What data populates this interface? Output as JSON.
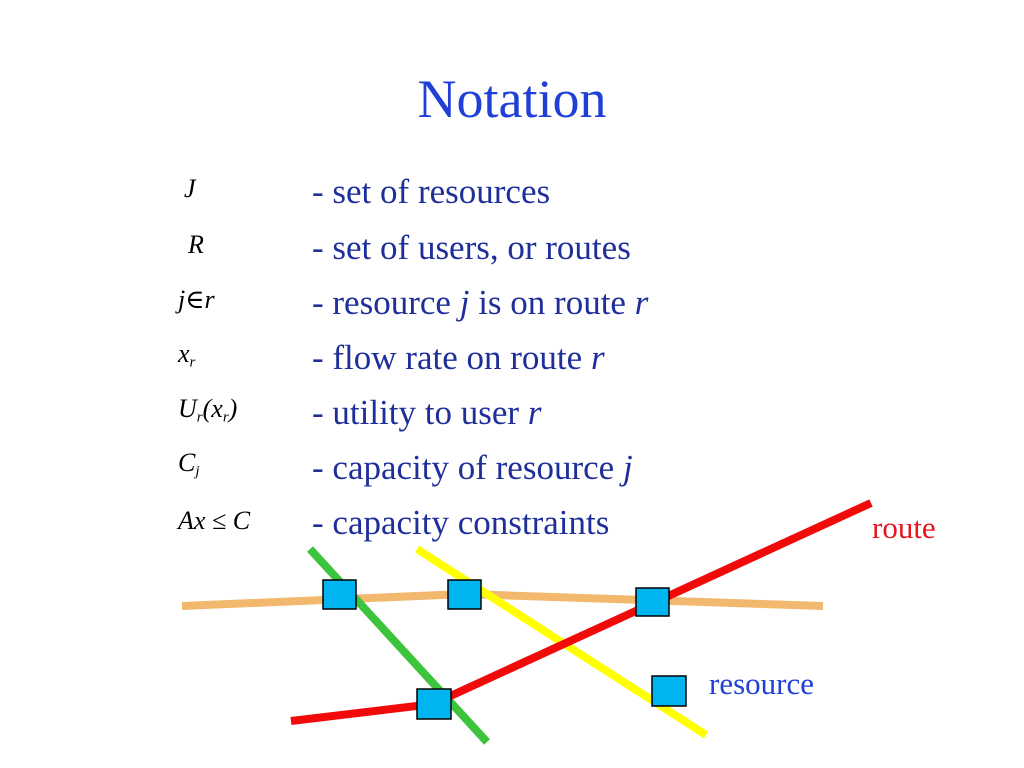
{
  "title": "Notation",
  "rows": [
    {
      "symbol": "J",
      "desc": "- set of resources"
    },
    {
      "symbol": "R",
      "desc": "- set of users, or routes"
    },
    {
      "symbol_main": "j",
      "symbol_op": "∈",
      "symbol_rest": "r",
      "desc_pre": "- resource ",
      "desc_var1": "j",
      "desc_mid": " is on route ",
      "desc_var2": "r"
    },
    {
      "symbol_main": "x",
      "symbol_sub": "r",
      "desc_pre": "- flow rate on route ",
      "desc_var": "r"
    },
    {
      "symbol_main": "U",
      "symbol_sub": "r",
      "symbol_arg": "(x",
      "symbol_arg_sub": "r",
      "symbol_close": ")",
      "desc_pre": "- utility to user ",
      "desc_var": "r"
    },
    {
      "symbol_main": "C",
      "symbol_sub": "j",
      "desc_pre": "- capacity of resource ",
      "desc_var": "j"
    },
    {
      "symbol": "Ax ≤ C",
      "desc": "- capacity constraints"
    }
  ],
  "labels": {
    "route": "route",
    "resource": "resource"
  },
  "colors": {
    "title": "#1f3fd6",
    "text": "#1f2f9a",
    "route_label": "#e8141c",
    "resource_label": "#1f3fd6",
    "orange_line": "#f2b86e",
    "yellow_line": "#ffff00",
    "green_line": "#3cc43c",
    "red_line": "#f00a0a",
    "resource_box": "#00b4f0"
  }
}
